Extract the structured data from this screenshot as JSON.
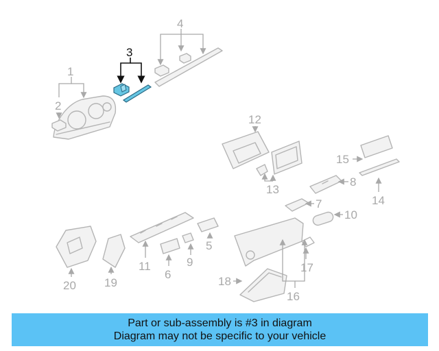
{
  "diagram": {
    "callouts": [
      "1",
      "2",
      "3",
      "4",
      "5",
      "6",
      "7",
      "8",
      "9",
      "10",
      "11",
      "12",
      "13",
      "14",
      "15",
      "16",
      "17",
      "18",
      "19",
      "20"
    ],
    "highlighted": "3",
    "colors": {
      "highlight_part": "#66c6e3",
      "parts": "#b4b4b4",
      "labels": "#a9a9a9",
      "highlight_label": "#111111"
    }
  },
  "banner": {
    "line1": "Part or sub-assembly is #3 in diagram",
    "line2": "Diagram may not be specific to your vehicle",
    "color": "#5bc2f5"
  }
}
